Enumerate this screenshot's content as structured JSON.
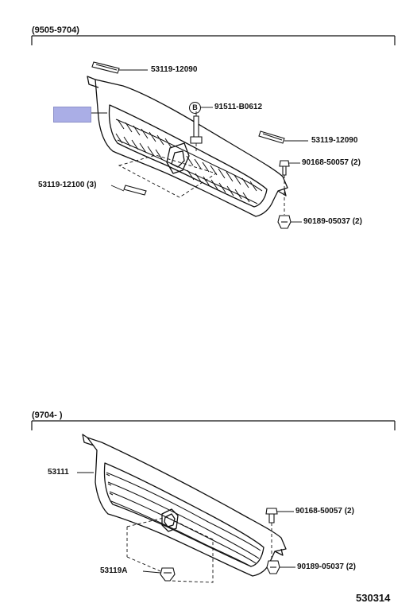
{
  "sections": {
    "top_range": "(9505-9704)",
    "bottom_range": "(9704-        )"
  },
  "top_labels": {
    "emblem_upper": "53119-12090",
    "bolt_b": "91511-B0612",
    "emblem_right": "53119-12090",
    "screw": "90168-50057 (2)",
    "clip_set": "53119-12100 (3)",
    "nut": "90189-05037 (2)"
  },
  "callout_letter": "B",
  "bottom_labels": {
    "grille": "53111",
    "screw": "90168-50057 (2)",
    "clip": "53119A",
    "nut": "90189-05037 (2)"
  },
  "diagram_number": "530314",
  "colors": {
    "highlight": "#aaaee6",
    "line": "#111111"
  }
}
